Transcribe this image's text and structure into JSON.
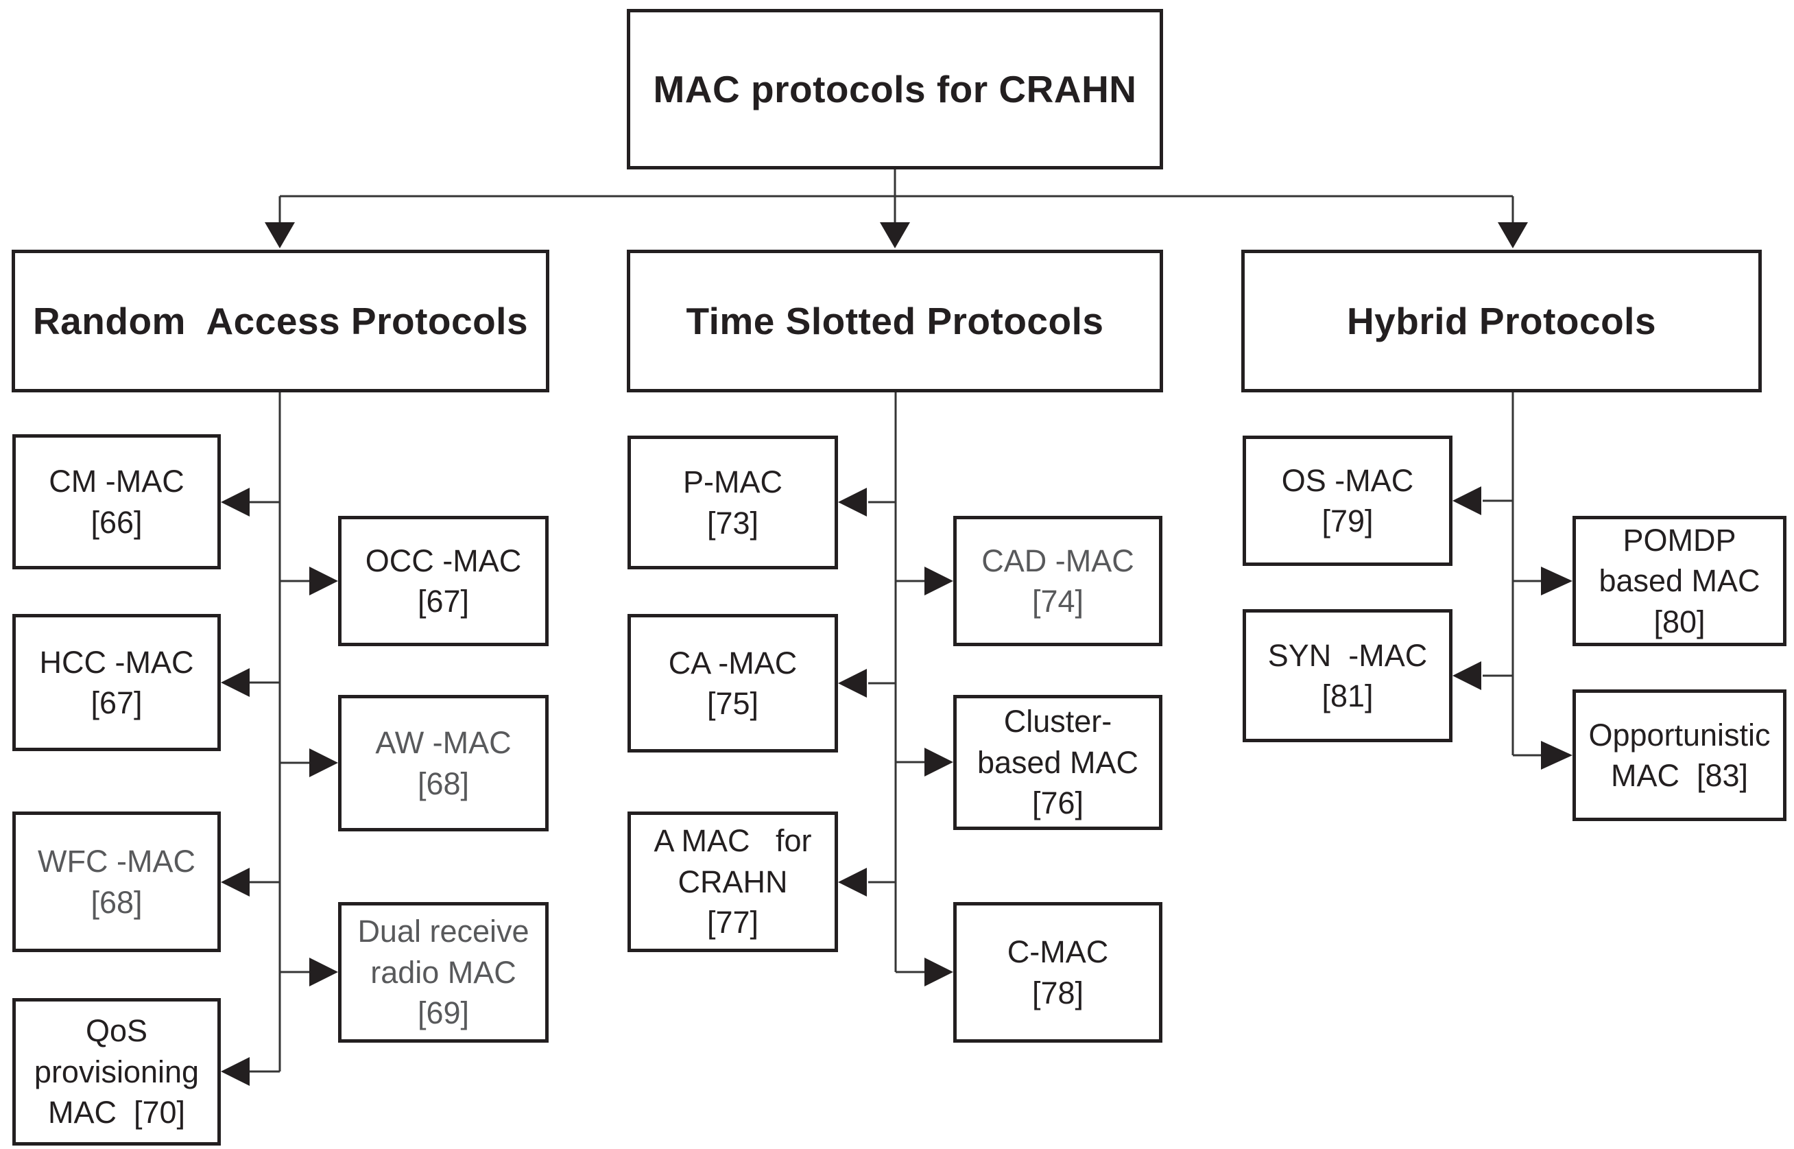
{
  "colors": {
    "ink": "#231f20",
    "gray": "#58595b",
    "line": "#353535",
    "background": "#ffffff"
  },
  "diagram": {
    "root": {
      "label": "MAC protocols for CRAHN"
    },
    "categories": [
      {
        "label": "Random  Access Protocols"
      },
      {
        "label": "Time Slotted Protocols"
      },
      {
        "label": "Hybrid Protocols"
      }
    ],
    "random_access": {
      "cm_mac": {
        "label": "CM -MAC\n[66]"
      },
      "occ_mac": {
        "label": "OCC -MAC\n[67]"
      },
      "hcc_mac": {
        "label": "HCC -MAC\n[67]"
      },
      "aw_mac": {
        "label": "AW -MAC\n[68]"
      },
      "wfc_mac": {
        "label": "WFC -MAC\n[68]"
      },
      "dual_receive": {
        "label": "Dual receive\nradio MAC\n[69]"
      },
      "qos_mac": {
        "label": "QoS\nprovisioning\nMAC  [70]"
      }
    },
    "time_slotted": {
      "p_mac": {
        "label": "P-MAC\n[73]"
      },
      "cad_mac": {
        "label": "CAD -MAC\n[74]"
      },
      "ca_mac": {
        "label": "CA -MAC\n[75]"
      },
      "cluster_mac": {
        "label": "Cluster-\nbased MAC\n[76]"
      },
      "a_mac": {
        "label": "A MAC   for\nCRAHN\n[77]"
      },
      "c_mac": {
        "label": "C-MAC\n[78]"
      }
    },
    "hybrid": {
      "os_mac": {
        "label": "OS -MAC\n[79]"
      },
      "pomdp_mac": {
        "label": "POMDP\nbased MAC\n[80]"
      },
      "syn_mac": {
        "label": "SYN  -MAC\n[81]"
      },
      "opportunistic_mac": {
        "label": "Opportunistic\nMAC  [83]"
      }
    }
  }
}
